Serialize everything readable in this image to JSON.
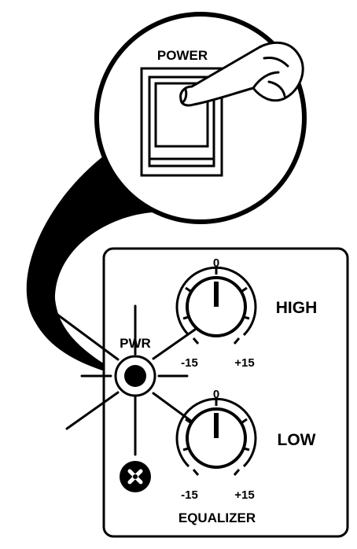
{
  "power_switch": {
    "label": "POWER"
  },
  "power_led": {
    "label": "PWR"
  },
  "equalizer": {
    "title": "EQUALIZER",
    "knobs": [
      {
        "label": "HIGH",
        "min_label": "-15",
        "center_label": "0",
        "max_label": "+15",
        "value": 0
      },
      {
        "label": "LOW",
        "min_label": "-15",
        "center_label": "0",
        "max_label": "+15",
        "value": 0
      }
    ]
  },
  "colors": {
    "ink": "#000000",
    "paper": "#ffffff"
  }
}
